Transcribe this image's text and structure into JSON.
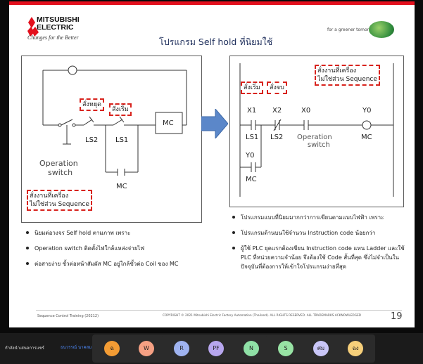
{
  "slide": {
    "logo_line1": "MITSUBISHI",
    "logo_line2": "ELECTRIC",
    "logo_tagline": "Changes for the Better",
    "title": "โปรแกรม Self hold ที่นิยมใช้",
    "corner_tagline": "for a greener tomorrow",
    "left_diagram": {
      "ann_stop": "สั่งหยุด",
      "ann_start": "สั่งเริ่ม",
      "ann_bottom_line1": "สั่งงานที่เครื่อง",
      "ann_bottom_line2": "ไม่ใช่ส่วน Sequence",
      "ls2": "LS2",
      "ls1": "LS1",
      "mc_box": "MC",
      "mc_contact": "MC",
      "op_line1": "Operation",
      "op_line2": "switch"
    },
    "right_diagram": {
      "ann_start": "สั่งเริ่ม",
      "ann_stop": "สั่งจบ",
      "ann_top_line1": "สั่งงานที่เครื่อง",
      "ann_top_line2": "ไม่ใช่ส่วน Sequence",
      "x1": "X1",
      "x2": "X2",
      "x0": "X0",
      "y0_top": "Y0",
      "ls1": "LS1",
      "ls2": "LS2",
      "op_line1": "Operation",
      "op_line2": "switch",
      "mc_coil": "MC",
      "y0_branch": "Y0",
      "mc_branch": "MC"
    },
    "left_bullets": [
      "นิยมต่อวงจร Self hold ตามภาพ เพราะ",
      "Operation switch ติดตั้งไฟใกล้แหล่งจ่ายไฟ",
      "ต่อสายง่าย ขั้วต่อหน้าสัมผัส MC อยู่ใกล้ขั้วต่อ Coil ของ MC"
    ],
    "right_bullets": [
      "โปรแกรมแบบที่นิยมมากกว่าการเขียนตามแบบไฟฟ้า เพราะ",
      "โปรแกรมด้านบนใช้จำนวน Instruction code น้อยกว่า",
      "ผู้ใช้ PLC ยุคแรกต้องเขียน Instruction code แทน Ladder และใช้ PLC ที่หน่วยความจำน้อย จึงต้องใช้ Code สั้นที่สุด ซึ่งไม่จำเป็นในปัจจุบันที่ต้องการให้เข้าใจโปรแกรมง่ายที่สุด"
    ],
    "footer_left": "Sequence Control Training (20212)",
    "footer_center": "COPYRIGHT © 2021 Mitsubishi Electric Factory Automation (Thailand). ALL RIGHTS RESERVED. ALL TRADEMARKS ACKNOWLEDGED",
    "page_number": "19"
  },
  "meeting": {
    "presenting_label": "กำลังนำเสนอการแชร์",
    "presenter_tag": "ธนวรรณ์ นาคสม",
    "participants": [
      {
        "initial": "ฉ",
        "color": "#f39c34"
      },
      {
        "initial": "W",
        "color": "#f5a083"
      },
      {
        "initial": "R",
        "color": "#9fb3f0"
      },
      {
        "initial": "PF",
        "color": "#b7a6ee"
      },
      {
        "initial": "N",
        "color": "#8fe0a6"
      },
      {
        "initial": "S",
        "color": "#98e3a4"
      },
      {
        "initial": "ศม",
        "color": "#c9c6f7"
      },
      {
        "initial": "ฉง",
        "color": "#f6cf7a"
      }
    ]
  },
  "colors": {
    "accent_red": "#e3101d",
    "annotation_red": "#d8231d",
    "arrow_blue": "#5b87c9"
  }
}
